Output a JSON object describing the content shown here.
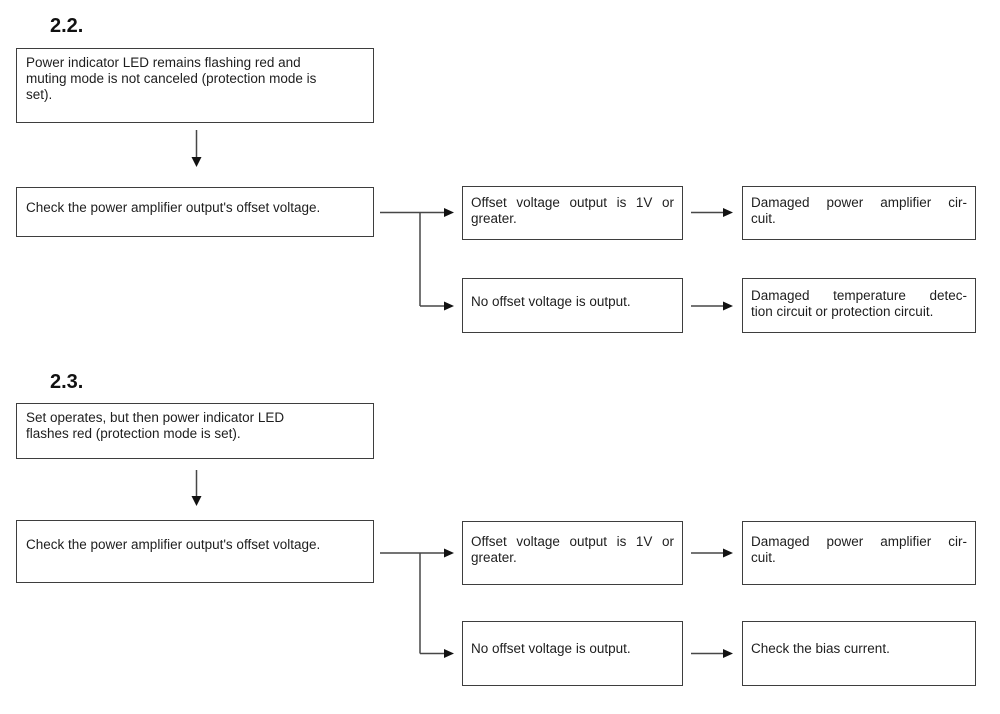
{
  "document": {
    "colors": {
      "background": "#ffffff",
      "box_border": "#3e3e3e",
      "connector_line": "#474747",
      "arrowhead": "#121212",
      "text": "#1e1e1e"
    },
    "sections": [
      {
        "heading": "2.2.",
        "start_box": {
          "lines": [
            "Power indicator LED remains flashing red and",
            "muting mode is not canceled (protection mode is",
            "set)."
          ]
        },
        "action_box": {
          "lines": [
            "Check the power amplifier output's offset voltage."
          ]
        },
        "branches": [
          {
            "condition": {
              "lines": [
                "Offset voltage output is 1V or",
                "greater."
              ]
            },
            "result": {
              "lines": [
                "Damaged power amplifier cir-",
                "cuit."
              ]
            }
          },
          {
            "condition": {
              "lines": [
                "No offset voltage is output."
              ]
            },
            "result": {
              "lines": [
                "Damaged temperature detec-",
                "tion circuit or protection circuit."
              ]
            }
          }
        ]
      },
      {
        "heading": "2.3.",
        "start_box": {
          "lines": [
            "Set operates, but then power indicator LED",
            "flashes red (protection mode is set)."
          ]
        },
        "action_box": {
          "lines": [
            "Check the power amplifier output's offset voltage."
          ]
        },
        "branches": [
          {
            "condition": {
              "lines": [
                "Offset voltage output is 1V or",
                "greater."
              ]
            },
            "result": {
              "lines": [
                "Damaged power amplifier cir-",
                "cuit."
              ]
            }
          },
          {
            "condition": {
              "lines": [
                "No offset voltage is output."
              ]
            },
            "result": {
              "lines": [
                "Check the bias current."
              ]
            }
          }
        ]
      }
    ]
  }
}
